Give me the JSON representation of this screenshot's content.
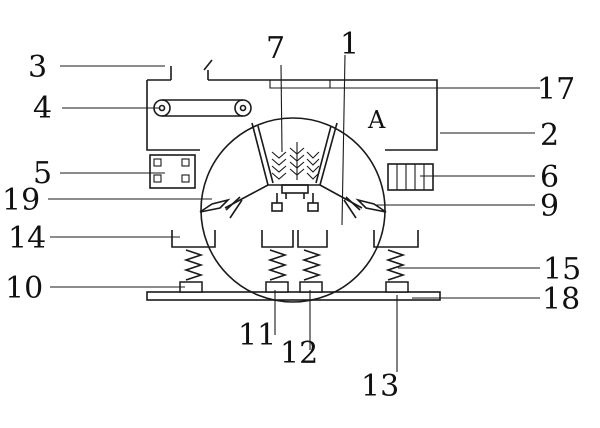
{
  "figure": {
    "labels": {
      "n1": "1",
      "n2": "2",
      "n3": "3",
      "n4": "4",
      "n5": "5",
      "n6": "6",
      "n7": "7",
      "n9": "9",
      "n10": "10",
      "n11": "11",
      "n12": "12",
      "n13": "13",
      "n14": "14",
      "n15": "15",
      "n17": "17",
      "n18": "18",
      "n19": "19",
      "detailA": "A"
    },
    "colors": {
      "stroke": "#1a1a1a",
      "background": "#ffffff"
    }
  }
}
